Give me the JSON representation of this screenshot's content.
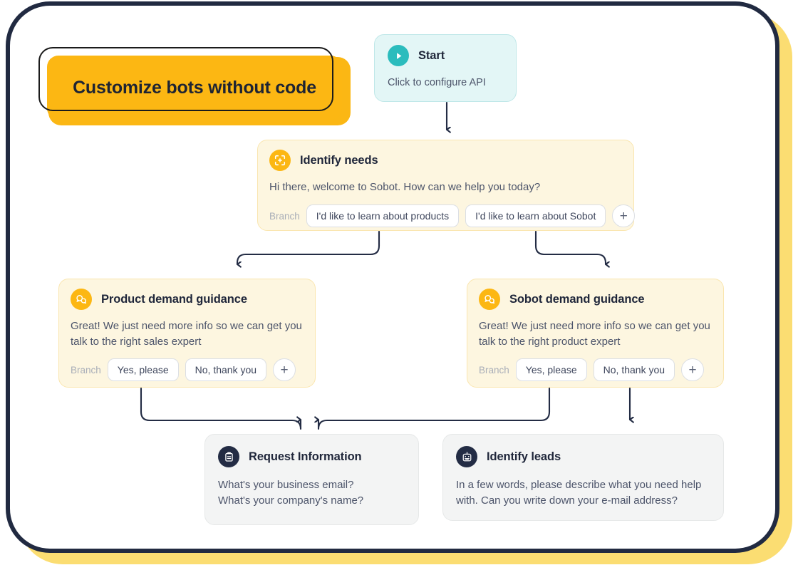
{
  "banner": {
    "text": "Customize bots without code",
    "fill_color": "#fcb713",
    "outline_color": "#1b1b1b"
  },
  "frame": {
    "border_color": "#212a41",
    "shadow_color": "#fbdd72",
    "background": "#ffffff"
  },
  "common": {
    "branch_label": "Branch",
    "add_branch_label": "+"
  },
  "nodes": [
    {
      "id": "start",
      "title": "Start",
      "subtitle": "Click to configure API",
      "icon": "play-icon",
      "icon_color": "#2bbcbd",
      "card_color": "#e3f6f6"
    },
    {
      "id": "identify-needs",
      "title": "Identify needs",
      "subtitle": "Hi there, welcome to Sobot. How can we help you today?",
      "icon": "scan-target-icon",
      "icon_color": "#fcb713",
      "card_color": "#fdf6e0",
      "branches": [
        "I'd like to learn about products",
        "I'd like to learn about Sobot"
      ]
    },
    {
      "id": "product-demand-guidance",
      "title": "Product demand guidance",
      "subtitle": "Great! We just need more info so we can get you talk to the right sales expert",
      "icon": "chat-bubbles-icon",
      "icon_color": "#fcb713",
      "card_color": "#fdf6e0",
      "branches": [
        "Yes, please",
        "No, thank you"
      ]
    },
    {
      "id": "sobot-demand-guidance",
      "title": "Sobot demand guidance",
      "subtitle": "Great! We just need more info so we can get you talk to the right product expert",
      "icon": "chat-bubbles-icon",
      "icon_color": "#fcb713",
      "card_color": "#fdf6e0",
      "branches": [
        "Yes, please",
        "No, thank you"
      ]
    },
    {
      "id": "request-information",
      "title": "Request Information",
      "subtitle_line1": "What's your business email?",
      "subtitle_line2": "What's your company's name?",
      "icon": "clipboard-icon",
      "icon_color": "#232c44",
      "card_color": "#f3f4f4"
    },
    {
      "id": "identify-leads",
      "title": "Identify leads",
      "subtitle": "In a few words, please describe what you need help with. Can you write down your e-mail address?",
      "icon": "robot-icon",
      "icon_color": "#232c44",
      "card_color": "#f3f4f4"
    }
  ],
  "connectors": {
    "stroke_color": "#232c44",
    "links": [
      {
        "from": "start",
        "to": "identify-needs"
      },
      {
        "from": "identify-needs.branch.0",
        "to": "product-demand-guidance"
      },
      {
        "from": "identify-needs.branch.1",
        "to": "sobot-demand-guidance"
      },
      {
        "from": "product-demand-guidance.branch.0",
        "to": "request-information"
      },
      {
        "from": "sobot-demand-guidance.branch.0",
        "to": "request-information"
      },
      {
        "from": "sobot-demand-guidance.branch.1",
        "to": "identify-leads"
      }
    ]
  }
}
